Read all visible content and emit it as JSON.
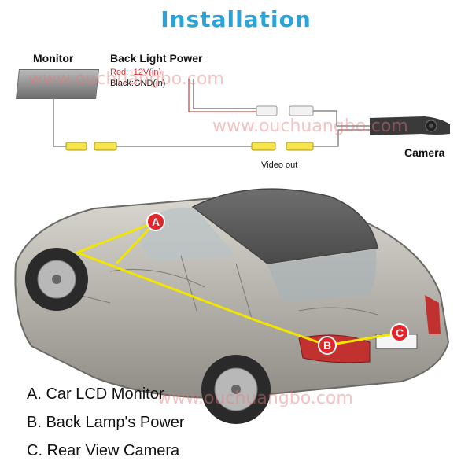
{
  "title": "Installation",
  "labels": {
    "monitor": "Monitor",
    "back_light_power": "Back Light Power",
    "red_wire": "Red:+12V(in)",
    "black_wire": "Black:GND(in)",
    "camera": "Camera",
    "video_out": "Video out"
  },
  "markers": [
    "A",
    "B",
    "C"
  ],
  "legend": [
    "A. Car LCD Monitor",
    "B. Back Lamp's Power",
    "C. Rear View Camera"
  ],
  "watermark": "www.ouchuangbo.com",
  "colors": {
    "title": "#2aa3d8",
    "marker": "#e0262a",
    "route_line": "#f2e600",
    "cable_connector": "#f5e44a",
    "red_text": "#d63131"
  }
}
